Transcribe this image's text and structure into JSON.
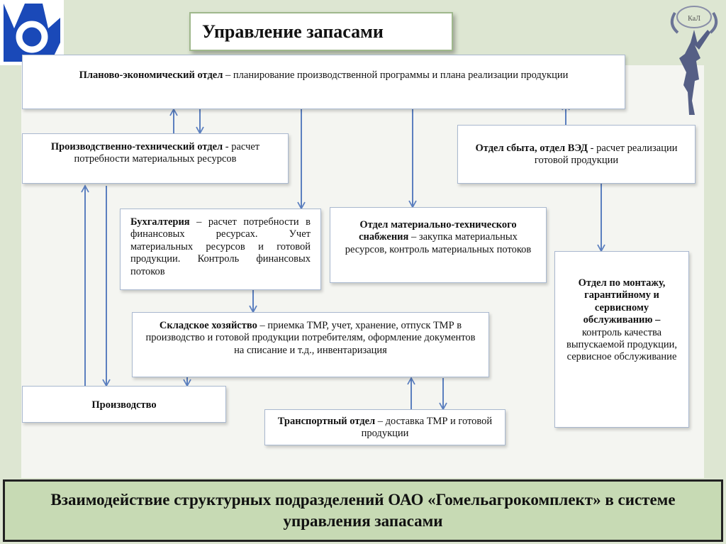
{
  "title": "Управление запасами",
  "footer": "Взаимодействие структурных подразделений  ОАО «Гомельагрокомплект» в системе управления запасами",
  "emblem_text": "КаЛ",
  "boxes": {
    "planning": {
      "bold": "Планово-экономический отдел",
      "text": " – планирование производственной программы и плана реализации продукции"
    },
    "prod_tech": {
      "bold": "Производственно-технический отдел",
      "text": " - расчет потребности материальных ресурсов"
    },
    "sales": {
      "bold": "Отдел сбыта, отдел ВЭД",
      "text": " - расчет реализации готовой продукции"
    },
    "accounting": {
      "bold": "Бухгалтерия",
      "text": " – расчет потребности в финансовых ресурсах. Учет материальных ресурсов и готовой продукции. Контроль финансовых потоков"
    },
    "supply": {
      "bold": "Отдел материально-технического снабжения",
      "text": " – закупка материальных ресурсов, контроль материальных потоков"
    },
    "warehouse": {
      "bold": "Складское хозяйство",
      "text": " – приемка ТМР, учет, хранение, отпуск ТМР в производство и готовой продукции потребителям, оформление документов на списание и т.д., инвентаризация"
    },
    "service": {
      "bold": "Отдел по монтажу, гарантийному и сервисному обслуживанию –",
      "text": " контроль качества выпускаемой продукции, сервисное обслуживание"
    },
    "production": {
      "bold": "Производство",
      "text": ""
    },
    "transport": {
      "bold": "Транспортный отдел",
      "text": " – доставка ТМР и готовой продукции"
    }
  },
  "colors": {
    "arrow": "#5b7fbf",
    "background": "#dde6d2",
    "footer_bg": "#c7dab4",
    "logo": "#1a49b8"
  }
}
